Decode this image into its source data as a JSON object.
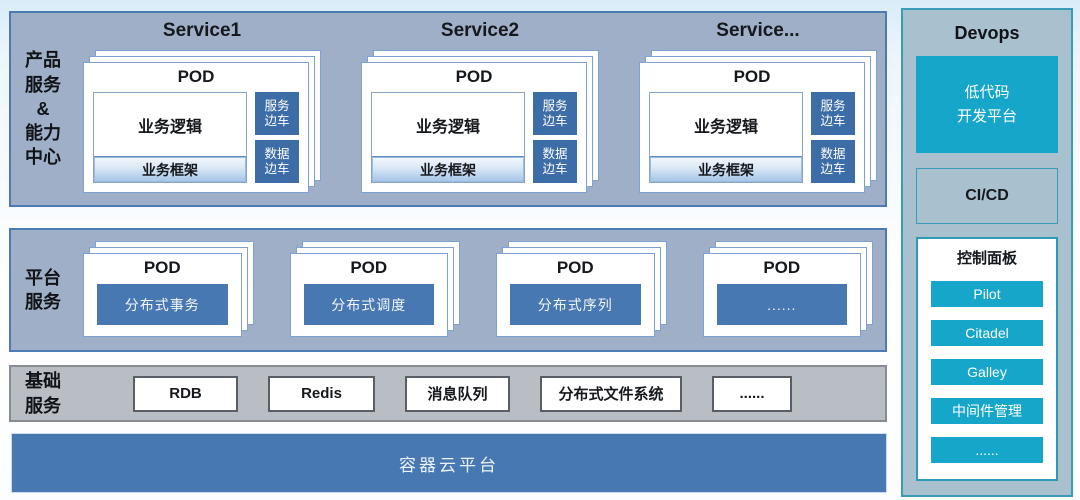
{
  "product_row": {
    "label": "产品\n服务\n&\n能力\n中心",
    "services": [
      {
        "title": "Service1",
        "pod_label": "POD",
        "logic": "业务逻辑",
        "framework": "业务框架",
        "sidecars": [
          "服务\n边车",
          "数据\n边车"
        ]
      },
      {
        "title": "Service2",
        "pod_label": "POD",
        "logic": "业务逻辑",
        "framework": "业务框架",
        "sidecars": [
          "服务\n边车",
          "数据\n边车"
        ]
      },
      {
        "title": "Service...",
        "pod_label": "POD",
        "logic": "业务逻辑",
        "framework": "业务框架",
        "sidecars": [
          "服务\n边车",
          "数据\n边车"
        ]
      }
    ]
  },
  "platform_row": {
    "label": "平台\n服务",
    "pods": [
      {
        "pod_label": "POD",
        "service": "分布式事务"
      },
      {
        "pod_label": "POD",
        "service": "分布式调度"
      },
      {
        "pod_label": "POD",
        "service": "分布式序列"
      },
      {
        "pod_label": "POD",
        "service": "......"
      }
    ]
  },
  "base_row": {
    "label": "基础\n服务",
    "items": [
      "RDB",
      "Redis",
      "消息队列",
      "分布式文件系统",
      "......"
    ]
  },
  "cloud_bar": {
    "label": "容器云平台"
  },
  "devops": {
    "title": "Devops",
    "lowcode_label": "低代码\n开发平台",
    "cicd_label": "CI/CD",
    "control_panel": {
      "title": "控制面板",
      "items": [
        "Pilot",
        "Citadel",
        "Galley",
        "中间件管理",
        "......"
      ]
    }
  },
  "colors": {
    "row_blue_gray_bg": "#9fafc7",
    "row_blue_border": "#4d79b4",
    "base_gray_bg": "#b9bdc4",
    "steel_blue": "#4878b1",
    "sidecar_blue": "#3d6da7",
    "devops_bg": "#a9c1cf",
    "devops_border": "#3a9cb8",
    "cyan_accent": "#16a6ca",
    "card_border": "#7da2d2"
  }
}
